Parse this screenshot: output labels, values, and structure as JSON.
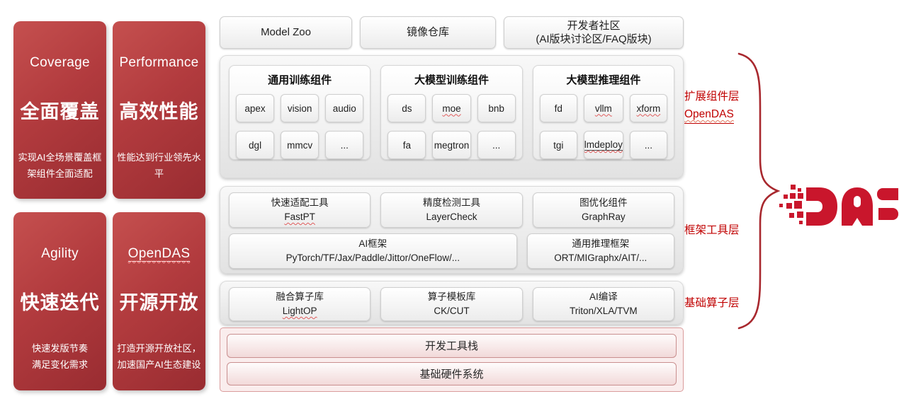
{
  "left_cards": [
    {
      "title": "Coverage",
      "headline": "全面覆盖",
      "desc": "实现AI全场景覆盖框\n架组件全面适配"
    },
    {
      "title": "Performance",
      "headline": "高效性能",
      "desc": "性能达到行业领先水平"
    },
    {
      "title": "Agility",
      "headline": "快速迭代",
      "desc": "快速发版节奏\n满足变化需求"
    },
    {
      "title": "OpenDAS",
      "headline": "开源开放",
      "desc": "打造开源开放社区，\n加速国产AI生态建设"
    }
  ],
  "top_row": {
    "items": [
      {
        "label": "Model Zoo"
      },
      {
        "label": "镜像仓库"
      },
      {
        "label": "开发者社区\n(AI版块讨论区/FAQ版块)"
      }
    ]
  },
  "extension_layer": {
    "groups": [
      {
        "title": "通用训练组件",
        "chips": [
          "apex",
          "vision",
          "audio",
          "dgl",
          "mmcv",
          "..."
        ]
      },
      {
        "title": "大模型训练组件",
        "chips": [
          "ds",
          "moe",
          "bnb",
          "fa",
          "megtron",
          "..."
        ]
      },
      {
        "title": "大模型推理组件",
        "chips": [
          "fd",
          "vllm",
          "xform",
          "tgi",
          "lmdeploy",
          "..."
        ]
      }
    ]
  },
  "framework_layer": {
    "row1": [
      {
        "title": "快速适配工具",
        "sub": "FastPT"
      },
      {
        "title": "精度检测工具",
        "sub": "LayerCheck"
      },
      {
        "title": "图优化组件",
        "sub": "GraphRay"
      }
    ],
    "row2": [
      {
        "title": "AI框架",
        "sub": "PyTorch/TF/Jax/Paddle/Jittor/OneFlow/..."
      },
      {
        "title": "通用推理框架",
        "sub": "ORT/MIGraphx/AIT/..."
      }
    ]
  },
  "operator_layer": {
    "items": [
      {
        "title": "融合算子库",
        "sub": "LightOP"
      },
      {
        "title": "算子模板库",
        "sub": "CK/CUT"
      },
      {
        "title": "AI编译",
        "sub": "Triton/XLA/TVM"
      }
    ]
  },
  "bottom_stack": {
    "bars": [
      {
        "label": "开发工具栈"
      },
      {
        "label": "基础硬件系统"
      }
    ]
  },
  "right_labels": {
    "extension_line1": "扩展组件层",
    "extension_line2": "OpenDAS",
    "framework": "框架工具层",
    "operator": "基础算子层"
  },
  "logo": {
    "name": "DAS"
  },
  "colors": {
    "card_red_top": "#c5504f",
    "card_red_bottom": "#992c31",
    "accent_red": "#c00000",
    "brace_red": "#a8282e",
    "logo_red": "#c9162c",
    "pink_bg": "#faeded",
    "pink_border": "#da9c9c"
  }
}
